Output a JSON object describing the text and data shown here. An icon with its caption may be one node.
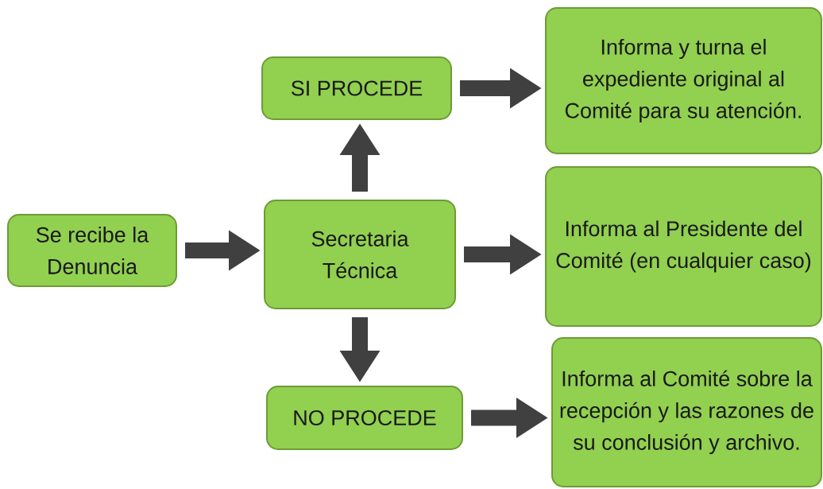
{
  "diagram": {
    "nodes": [
      {
        "text": [
          "Se recibe la Denuncia"
        ]
      },
      {
        "text": [
          "Secretaria Técnica"
        ]
      },
      {
        "text": [
          "SI PROCEDE"
        ]
      },
      {
        "text": [
          "NO PROCEDE"
        ]
      },
      {
        "text": [
          "Informa y turna el expediente original al Comité para su atención."
        ]
      },
      {
        "text": [
          "Informa al Presidente del Comité (en cualquier caso)"
        ]
      },
      {
        "text": [
          "Informa al Comité sobre la recepción y las razones de su conclusión y archivo."
        ]
      }
    ],
    "edges": [
      {
        "from": 0,
        "to": 1,
        "arrow": "to"
      },
      {
        "from": 1,
        "to": 2,
        "arrow": "to"
      },
      {
        "from": 1,
        "to": 5,
        "arrow": "to"
      },
      {
        "from": 1,
        "to": 3,
        "arrow": "to"
      },
      {
        "from": 2,
        "to": 4,
        "arrow": "to"
      },
      {
        "from": 3,
        "to": 6,
        "arrow": "to"
      }
    ]
  }
}
